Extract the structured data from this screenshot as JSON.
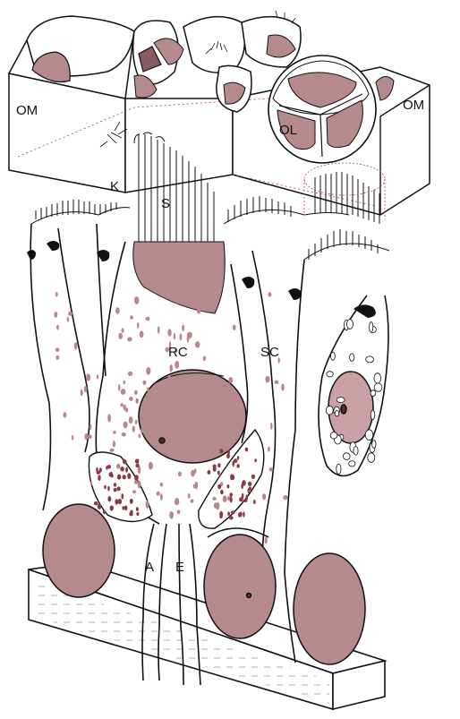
{
  "labels": {
    "om_left": "OM",
    "om_right": "OM",
    "ol": "OL",
    "k": "K",
    "s": "S",
    "rc": "RC",
    "sc": "SC",
    "a": "A",
    "e": "E"
  },
  "colors": {
    "cell_fill": "#b48a8f",
    "cell_fill_dark": "#8a5a63",
    "granule": "#b9868c",
    "line": "#111111",
    "dotted": "#b0484e"
  }
}
